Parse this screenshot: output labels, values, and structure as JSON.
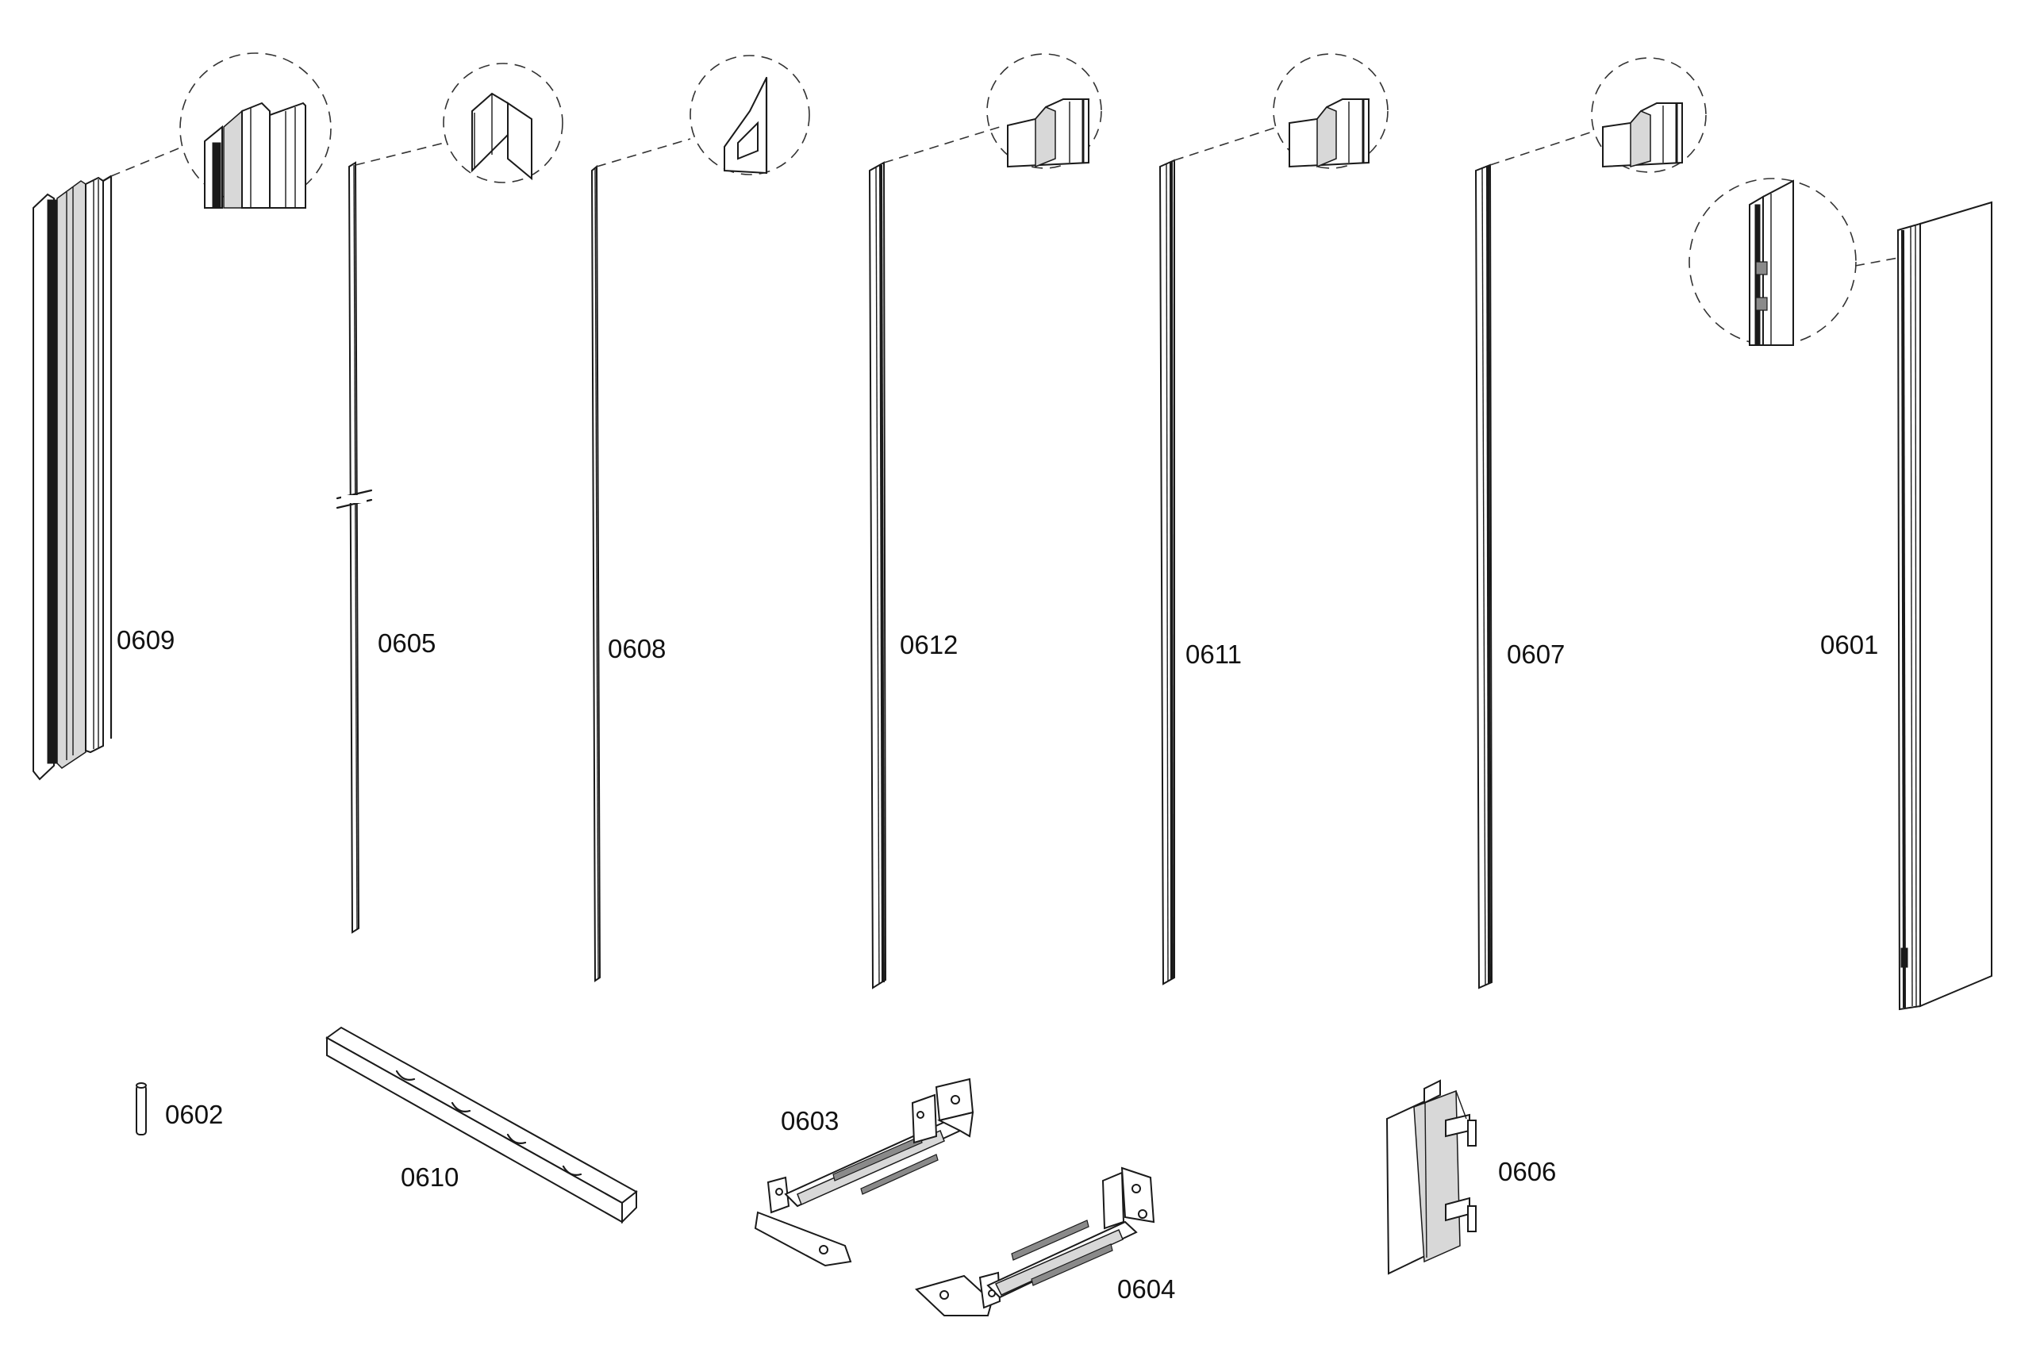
{
  "parts": [
    {
      "id": "0609",
      "label": "0609"
    },
    {
      "id": "0605",
      "label": "0605"
    },
    {
      "id": "0608",
      "label": "0608"
    },
    {
      "id": "0612",
      "label": "0612"
    },
    {
      "id": "0611",
      "label": "0611"
    },
    {
      "id": "0607",
      "label": "0607"
    },
    {
      "id": "0601",
      "label": "0601"
    },
    {
      "id": "0602",
      "label": "0602"
    },
    {
      "id": "0610",
      "label": "0610"
    },
    {
      "id": "0603",
      "label": "0603"
    },
    {
      "id": "0604",
      "label": "0604"
    },
    {
      "id": "0606",
      "label": "0606"
    }
  ]
}
